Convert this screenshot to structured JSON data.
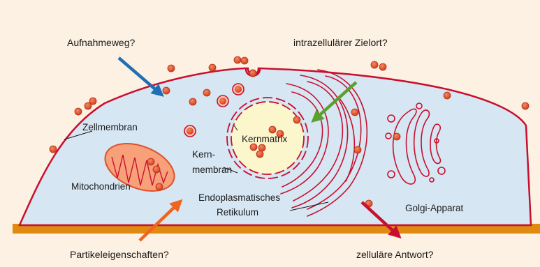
{
  "labels": {
    "uptake_question": "Aufnahmeweg?",
    "target_question": "intrazellulärer Zielort?",
    "cell_membrane": "Zellmembran",
    "nuclear_membrane_line1": "Kern-",
    "nuclear_membrane_line2": "membran",
    "nuclear_matrix": "Kernmatrix",
    "mitochondria": "Mitochondrien",
    "er_line1": "Endoplasmatisches",
    "er_line2": "Retikulum",
    "golgi": "Golgi-Apparat",
    "particle_question": "Partikeleigenschaften?",
    "response_question": "zelluläre Antwort?"
  },
  "colors": {
    "background": "#fdf1e3",
    "cytoplasm": "#d6e6f3",
    "membrane": "#c8102e",
    "substrate": "#e08a12",
    "nucleus": "#fbf6cc",
    "mitochondrion": "#f7a07a",
    "particle": "#e0502a",
    "arrow_blue": "#1f6fb5",
    "arrow_green": "#5aa02c",
    "arrow_red": "#c8102e",
    "arrow_orange": "#f0641e"
  },
  "icons": {
    "uptake_arrow": "blue-arrow",
    "target_arrow": "green-arrow",
    "particle_arrow": "orange-arrow",
    "response_arrow": "red-arrow"
  }
}
